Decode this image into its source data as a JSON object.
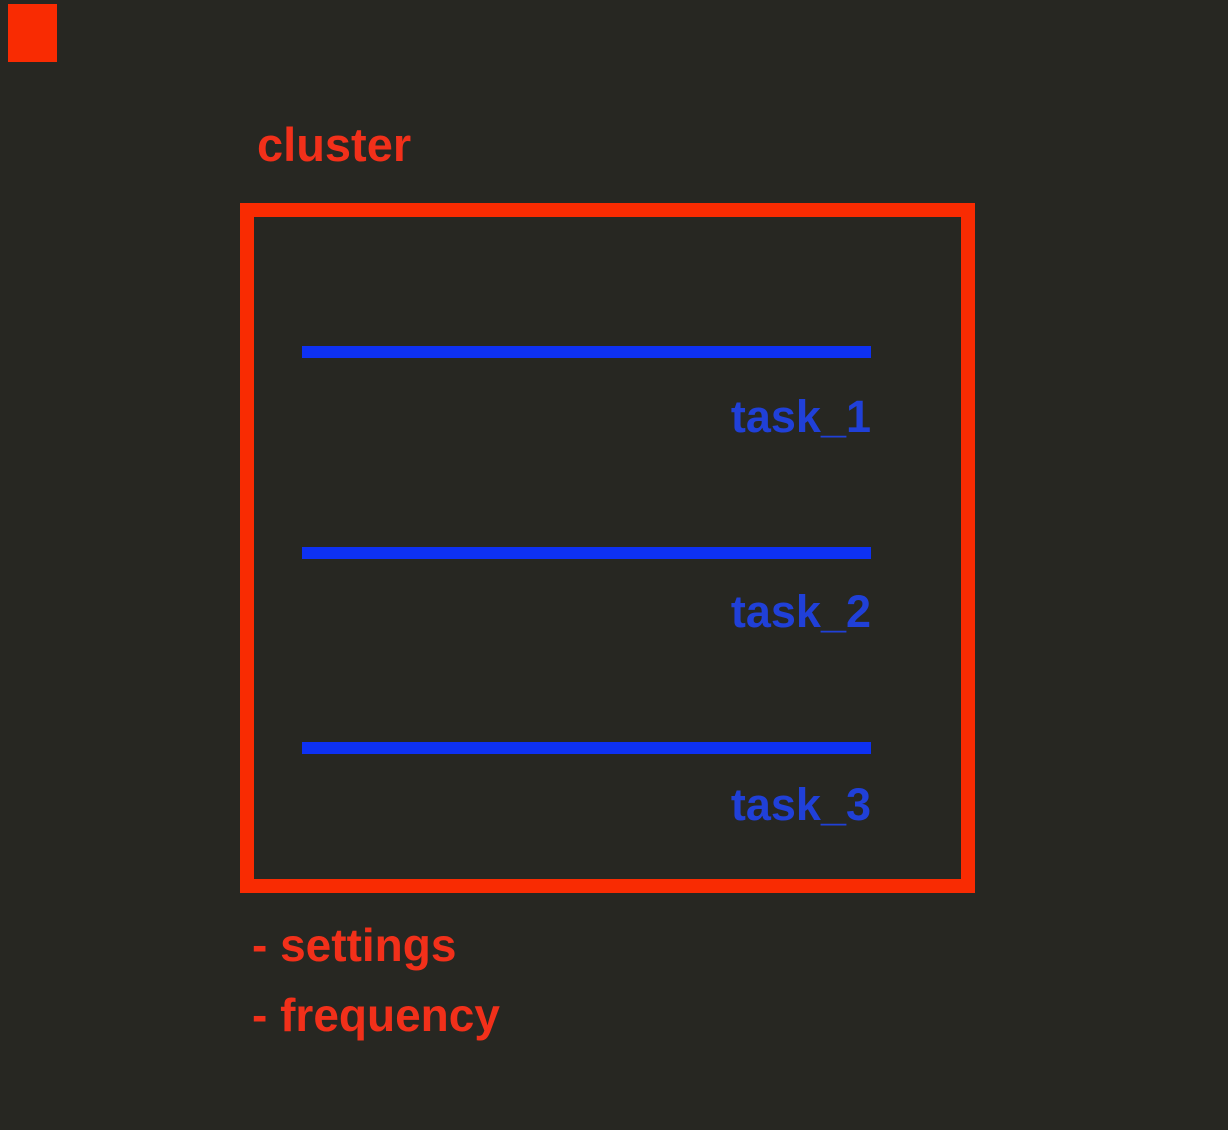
{
  "colors": {
    "background": "#272722",
    "red_border": "#f92b02",
    "red_text": "#f2301a",
    "blue_line": "#0e31f3",
    "blue_text": "#2040d8"
  },
  "cluster": {
    "label": "cluster",
    "tasks": [
      {
        "label": "task_1"
      },
      {
        "label": "task_2"
      },
      {
        "label": "task_3"
      }
    ]
  },
  "annotations": [
    {
      "text": "- settings"
    },
    {
      "text": "- frequency"
    }
  ]
}
